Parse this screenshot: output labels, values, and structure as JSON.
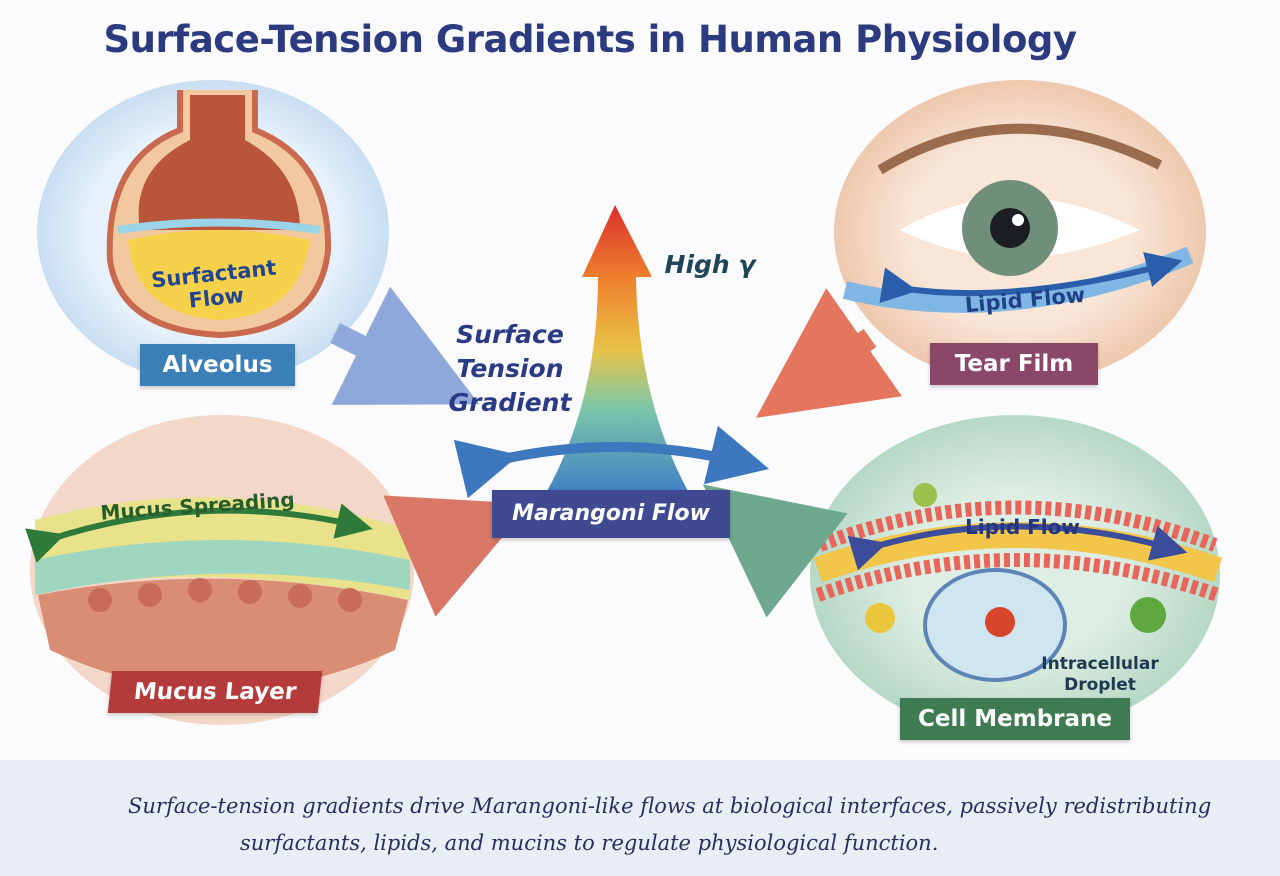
{
  "title": "Surface-Tension Gradients in Human Physiology",
  "center": {
    "gradient_label": [
      "Surface",
      "Tension",
      "Gradient"
    ],
    "high_label": "High γ",
    "marangoni_label": "Marangoni Flow"
  },
  "panels": {
    "alveolus": {
      "label": "Alveolus",
      "flow": [
        "Surfactant",
        "Flow"
      ]
    },
    "tear_film": {
      "label": "Tear Film",
      "flow": "Lipid Flow"
    },
    "mucus": {
      "label": "Mucus Layer",
      "flow": "Mucus Spreading"
    },
    "cell": {
      "label": "Cell Membrane",
      "flow": "Lipid Flow",
      "droplet": [
        "Intracellular",
        "Droplet"
      ]
    }
  },
  "colors": {
    "title": "#2c3a80",
    "alveolus": "#3b7fb8",
    "tear": "#8a4768",
    "mucus": "#b53a3a",
    "cell": "#3e7a52",
    "marangoni": "#3f4a93"
  },
  "caption": [
    "Surface-tension gradients drive Marangoni-like flows at biological interfaces, passively redistributing",
    "surfactants, lipids, and mucins to regulate physiological function."
  ]
}
